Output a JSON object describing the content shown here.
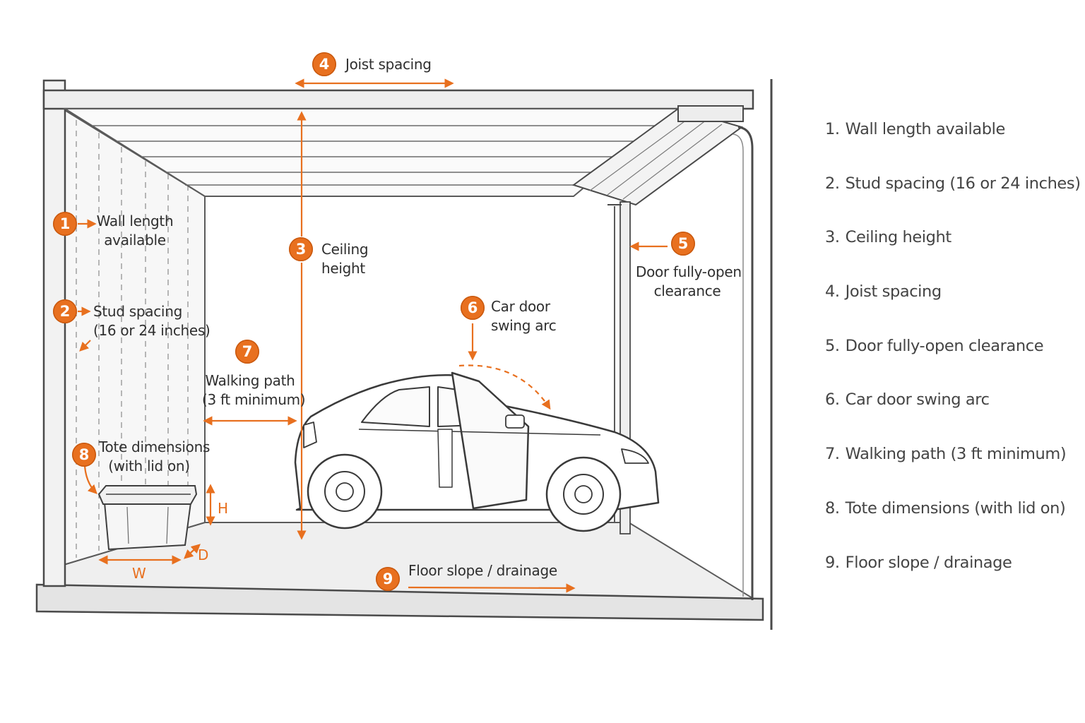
{
  "callouts": [
    {
      "num": "1",
      "lines": [
        "Wall length",
        "available"
      ]
    },
    {
      "num": "2",
      "lines": [
        "Stud spacing",
        "(16 or 24 inches)"
      ]
    },
    {
      "num": "3",
      "lines": [
        "Ceiling",
        "height"
      ]
    },
    {
      "num": "4",
      "lines": [
        "Joist spacing"
      ]
    },
    {
      "num": "5",
      "lines": [
        "Door fully-open",
        "clearance"
      ]
    },
    {
      "num": "6",
      "lines": [
        "Car door",
        "swing arc"
      ]
    },
    {
      "num": "7",
      "lines": [
        "Walking path",
        "(3 ft minimum)"
      ]
    },
    {
      "num": "8",
      "lines": [
        "Tote dimensions",
        "(with lid on)"
      ]
    },
    {
      "num": "9",
      "lines": [
        "Floor slope / drainage"
      ]
    }
  ],
  "tote_dims": {
    "height": "H",
    "depth": "D",
    "width": "W"
  },
  "legend": [
    {
      "num": "1.",
      "text": "Wall length available"
    },
    {
      "num": "2.",
      "text": "Stud spacing (16 or 24 inches)"
    },
    {
      "num": "3.",
      "text": "Ceiling height"
    },
    {
      "num": "4.",
      "text": "Joist spacing"
    },
    {
      "num": "5.",
      "text": "Door fully-open clearance"
    },
    {
      "num": "6.",
      "text": "Car door swing arc"
    },
    {
      "num": "7.",
      "text": "Walking path (3 ft minimum)"
    },
    {
      "num": "8.",
      "text": "Tote dimensions (with lid on)"
    },
    {
      "num": "9.",
      "text": "Floor slope / drainage"
    }
  ],
  "colors": {
    "accent": "#e8701f",
    "line": "#4a4a4a",
    "fill": "#f2f2f2"
  }
}
